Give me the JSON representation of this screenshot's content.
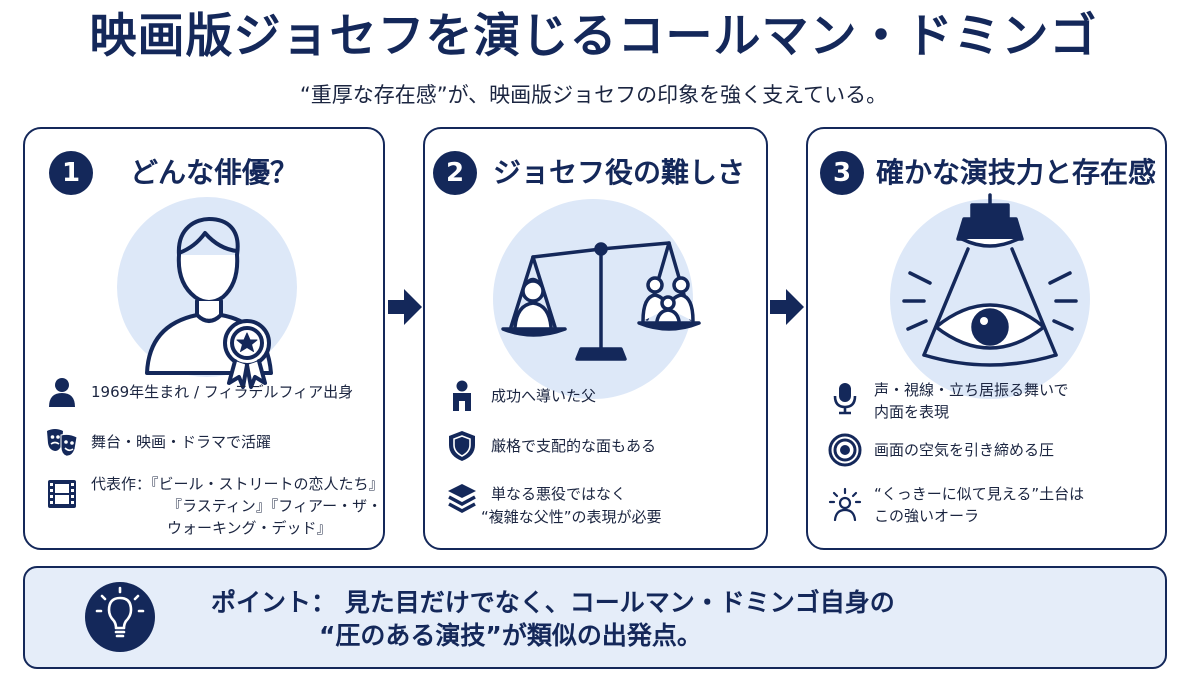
{
  "title": "映画版ジョセフを演じるコールマン・ドミンゴ",
  "subtitle": "“重厚な存在感”が、映画版ジョセフの印象を強く支えている。",
  "colors": {
    "navy": "#14285a",
    "light_blue": "#dde8f8",
    "panel_bg": "#e5edf9"
  },
  "cards": [
    {
      "number": "1",
      "title": "どんな俳優？",
      "illustration": "actor-with-award-icon",
      "items": [
        {
          "icon": "person-icon",
          "lines": [
            "1969年生まれ / フィラデルフィア出身"
          ]
        },
        {
          "icon": "theater-masks-icon",
          "lines": [
            "舞台・映画・ドラマで活躍"
          ]
        },
        {
          "icon": "film-strip-icon",
          "lines": [
            "代表作：『ビール・ストリートの恋人たち』",
            "『ラスティン』『フィアー・ザ・",
            "ウォーキング・デッド』"
          ]
        }
      ]
    },
    {
      "number": "2",
      "title": "ジョセフ役の難しさ",
      "illustration": "balance-scale-icon",
      "items": [
        {
          "icon": "father-icon",
          "lines": [
            "成功へ導いた父"
          ]
        },
        {
          "icon": "shield-icon",
          "lines": [
            "厳格で支配的な面もある"
          ]
        },
        {
          "icon": "layers-icon",
          "lines": [
            "単なる悪役ではなく",
            "“複雑な父性”の表現が必要"
          ]
        }
      ]
    },
    {
      "number": "3",
      "title": "確かな演技力と存在感",
      "illustration": "spotlight-eye-icon",
      "items": [
        {
          "icon": "microphone-icon",
          "lines": [
            "声・視線・立ち居振る舞いで",
            "内面を表現"
          ]
        },
        {
          "icon": "target-icon",
          "lines": [
            "画面の空気を引き締める圧"
          ]
        },
        {
          "icon": "aura-person-icon",
          "lines": [
            "“くっきーに似て見える”土台は",
            "この強いオーラ"
          ]
        }
      ]
    }
  ],
  "point": {
    "icon": "lightbulb-icon",
    "line1": "ポイント：  見た目だけでなく、コールマン・ドミンゴ自身の",
    "line2": "“圧のある演技”が類似の出発点。"
  }
}
